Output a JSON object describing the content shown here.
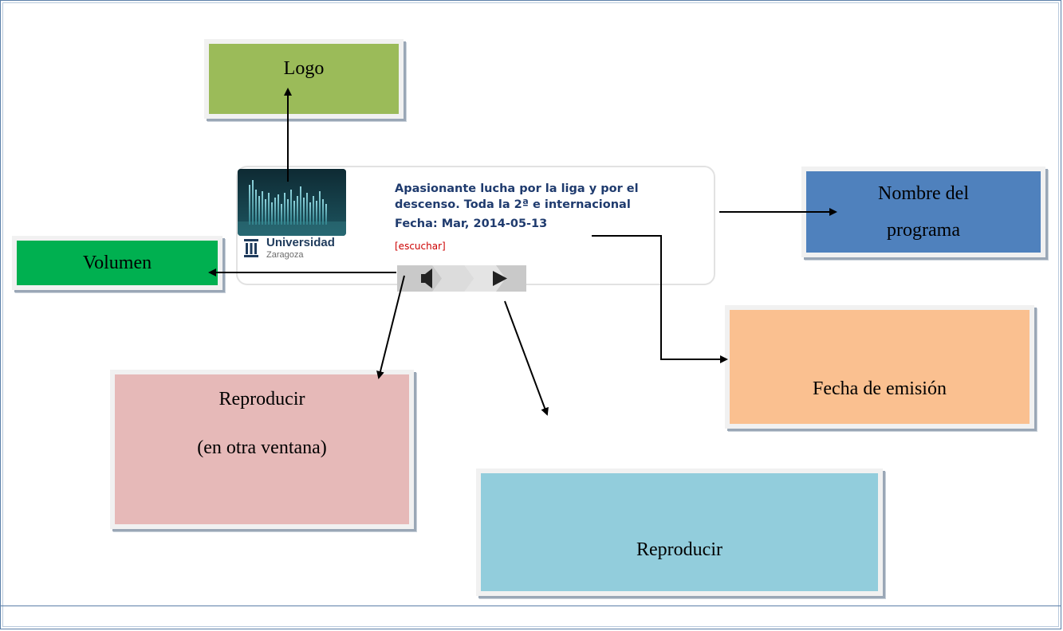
{
  "labels": {
    "logo": "Logo",
    "nombre_line1": "Nombre del",
    "nombre_line2": "programa",
    "volumen": "Volumen",
    "fecha_emision": "Fecha de emisión",
    "reproducir_otra_line1": "Reproducir",
    "reproducir_otra_line2": "(en otra ventana)",
    "reproducir": "Reproducir"
  },
  "widget": {
    "title_line1": "Apasionante lucha por la liga y por el",
    "title_line2": "descenso. Toda la 2ª e internacional",
    "fecha": "Fecha: Mar, 2014-05-13",
    "escuchar": "[escuchar]",
    "university_name": "Universidad",
    "university_city": "Zaragoza"
  },
  "colors": {
    "logo_box": "#9bbb59",
    "nombre_box": "#4f81bd",
    "volumen_box": "#00b050",
    "fecha_box": "#fac090",
    "reproducir_otra_box": "#e6b9b8",
    "reproducir_box": "#92cddc",
    "title_text": "#1f3b6e",
    "link": "#cc0000"
  },
  "icons": [
    "speaker-icon",
    "play-icon",
    "university-emblem-icon"
  ]
}
